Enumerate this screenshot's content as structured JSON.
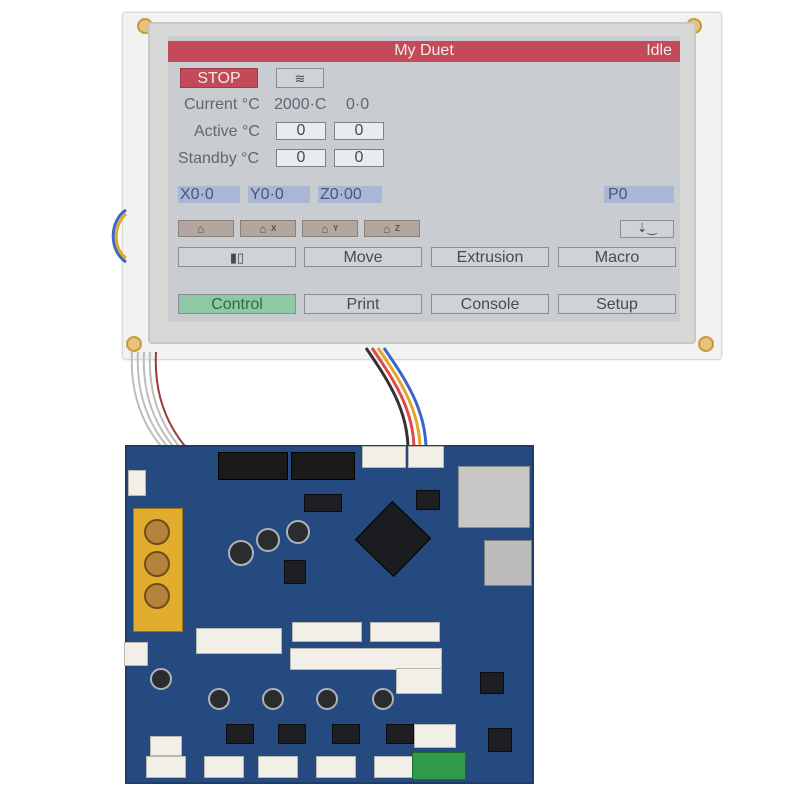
{
  "display": {
    "title": "My Duet",
    "status": "Idle",
    "stop_label": "STOP",
    "heater_icon": "heater-icon",
    "rows": {
      "current_label": "Current °C",
      "current_value_1": "2000·C",
      "current_value_2": "0·0",
      "active_label": "Active °C",
      "active_value_1": "0",
      "active_value_2": "0",
      "standby_label": "Standby °C",
      "standby_value_1": "0",
      "standby_value_2": "0"
    },
    "coords": {
      "x": "X0·0",
      "y": "Y0·0",
      "z": "Z0·00",
      "p": "P0"
    },
    "home_buttons": [
      {
        "icon": "home-all-icon",
        "axis": ""
      },
      {
        "icon": "home-x-icon",
        "axis": "X"
      },
      {
        "icon": "home-y-icon",
        "axis": "Y"
      },
      {
        "icon": "home-z-icon",
        "axis": "Z"
      }
    ],
    "bed_icon": "bed-compensation-icon",
    "sd_icon": "sd-card-icon",
    "menu": [
      "Move",
      "Extrusion",
      "Macro"
    ],
    "tabs": [
      "Control",
      "Print",
      "Console",
      "Setup"
    ],
    "colors": {
      "title_bar": "#c34a58",
      "screen_bg": "#c9ccd0",
      "coord_bg": "#aab6d6",
      "active_tab": "#8ec8a4",
      "board": "#254a80"
    }
  }
}
